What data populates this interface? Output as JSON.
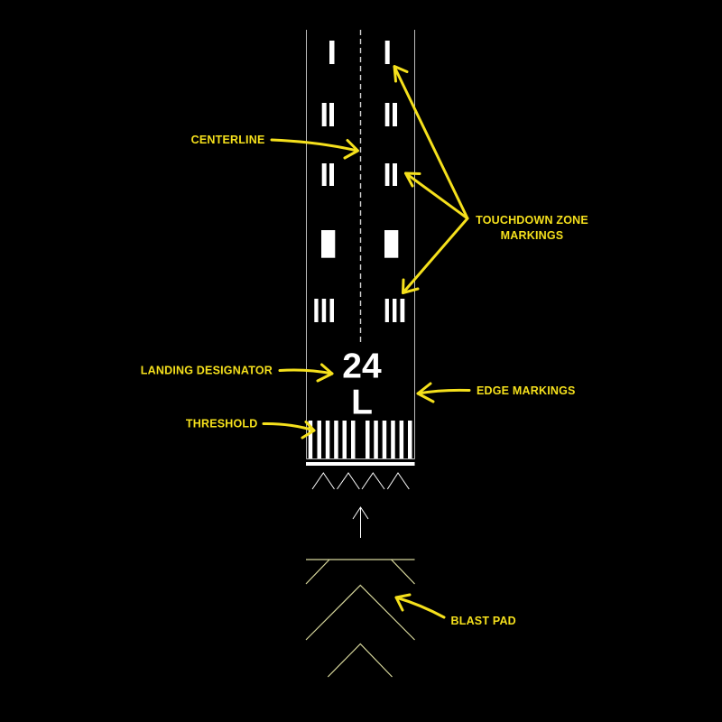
{
  "runway": {
    "designator_number": "24",
    "designator_suffix": "L",
    "touchdown_zone_rows": [
      {
        "bars_per_side": 1,
        "type": "stripe"
      },
      {
        "bars_per_side": 2,
        "type": "stripe"
      },
      {
        "bars_per_side": 2,
        "type": "stripe"
      },
      {
        "bars_per_side": 1,
        "type": "aiming-block"
      },
      {
        "bars_per_side": 3,
        "type": "stripe"
      }
    ],
    "threshold_bars_per_side": 6,
    "displaced_chevrons": 4
  },
  "labels": {
    "centerline": "CENTERLINE",
    "touchdown_zone_line1": "TOUCHDOWN ZONE",
    "touchdown_zone_line2": "MARKINGS",
    "landing_designator": "LANDING DESIGNATOR",
    "edge_markings": "EDGE MARKINGS",
    "threshold": "THRESHOLD",
    "blast_pad": "BLAST PAD"
  },
  "colors": {
    "background": "#000000",
    "markings": "#ffffff",
    "edge": "#bdbdbd",
    "annotation": "#f5e01c",
    "blast_pad": "#d8d89c"
  }
}
